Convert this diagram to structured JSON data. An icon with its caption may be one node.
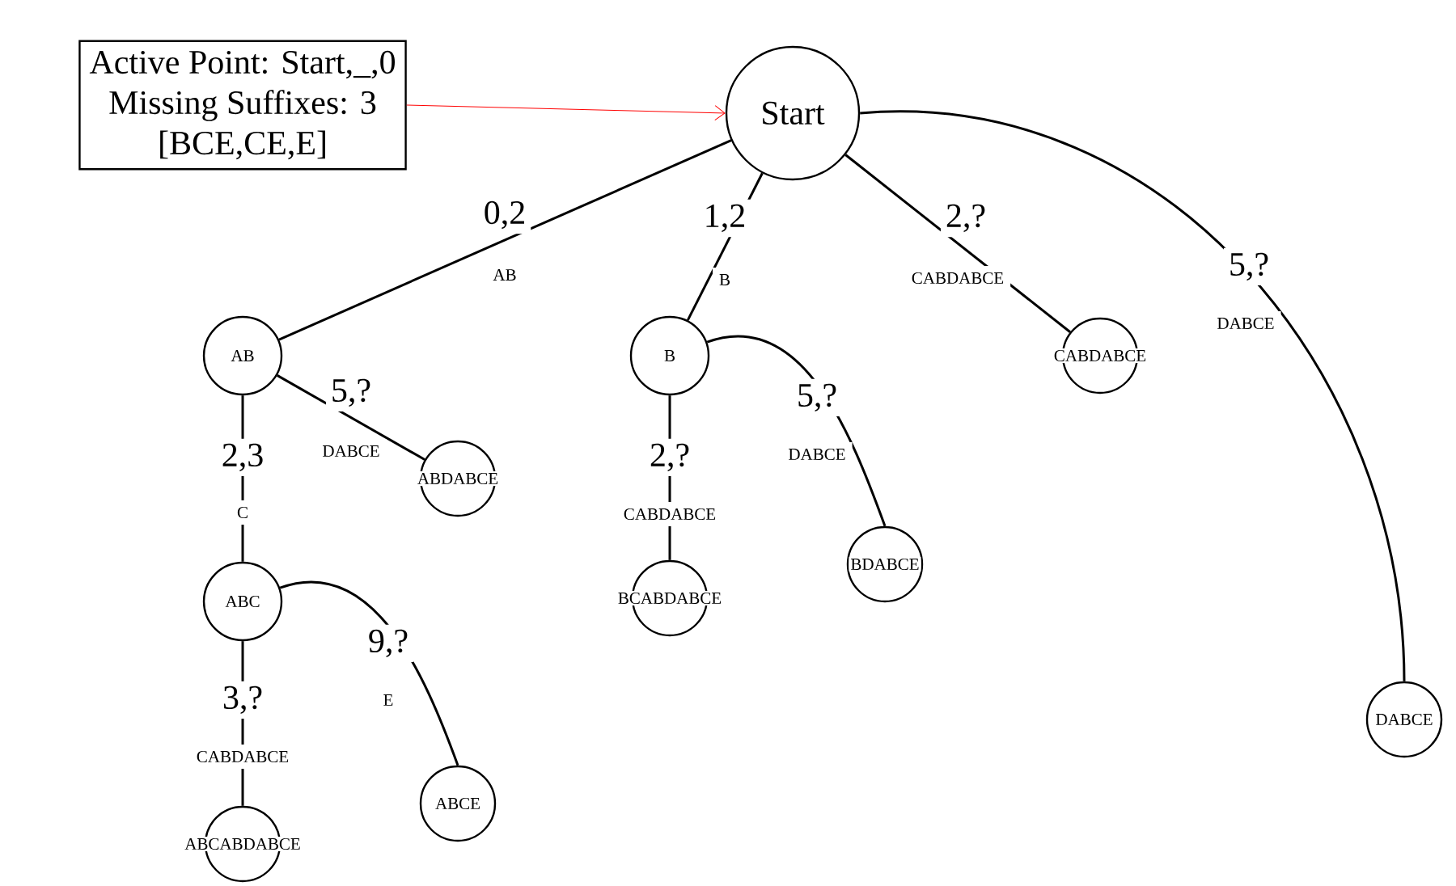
{
  "diagram": {
    "nodes": [
      {
        "text": [
          "Active Point: Start,_,0",
          "Missing Suffixes: 3",
          "[BCE,CE,E]"
        ]
      },
      {
        "text": [
          "Start"
        ]
      },
      {
        "text": [
          "AB"
        ]
      },
      {
        "text": [
          "B"
        ]
      },
      {
        "text": [
          "CABDABCE"
        ]
      },
      {
        "text": [
          "ABDABCE"
        ]
      },
      {
        "text": [
          "ABC"
        ]
      },
      {
        "text": [
          "BCABDABCE"
        ]
      },
      {
        "text": [
          "BDABCE"
        ]
      },
      {
        "text": [
          "ABCE"
        ]
      },
      {
        "text": [
          "ABCABDABCE"
        ]
      },
      {
        "text": [
          "DABCE"
        ]
      }
    ],
    "edges": [
      {
        "from": 0,
        "to": 1,
        "arrow": "to",
        "color": "#ff0000"
      },
      {
        "from": 1,
        "to": 2,
        "arrow": "none",
        "label": "0,2"
      },
      {
        "from": 1,
        "to": 3,
        "arrow": "none",
        "label": "1,2"
      },
      {
        "from": 1,
        "to": 4,
        "arrow": "none",
        "label": "2,?"
      },
      {
        "from": 1,
        "to": 11,
        "arrow": "none",
        "label": "5,?"
      },
      {
        "from": 2,
        "to": 6,
        "arrow": "none",
        "label": "2,3"
      },
      {
        "from": 2,
        "to": 5,
        "arrow": "none",
        "label": "5,?"
      },
      {
        "from": 3,
        "to": 7,
        "arrow": "none",
        "label": "2,?"
      },
      {
        "from": 3,
        "to": 8,
        "arrow": "none",
        "label": "5,?"
      },
      {
        "from": 6,
        "to": 10,
        "arrow": "none",
        "label": "3,?"
      },
      {
        "from": 6,
        "to": 9,
        "arrow": "none",
        "label": "9,?"
      }
    ],
    "labels": [
      "AB",
      "B",
      "CABDABCE",
      "DABCE",
      "C",
      "DABCE",
      "CABDABCE",
      "DABCE",
      "CABDABCE",
      "E"
    ]
  }
}
